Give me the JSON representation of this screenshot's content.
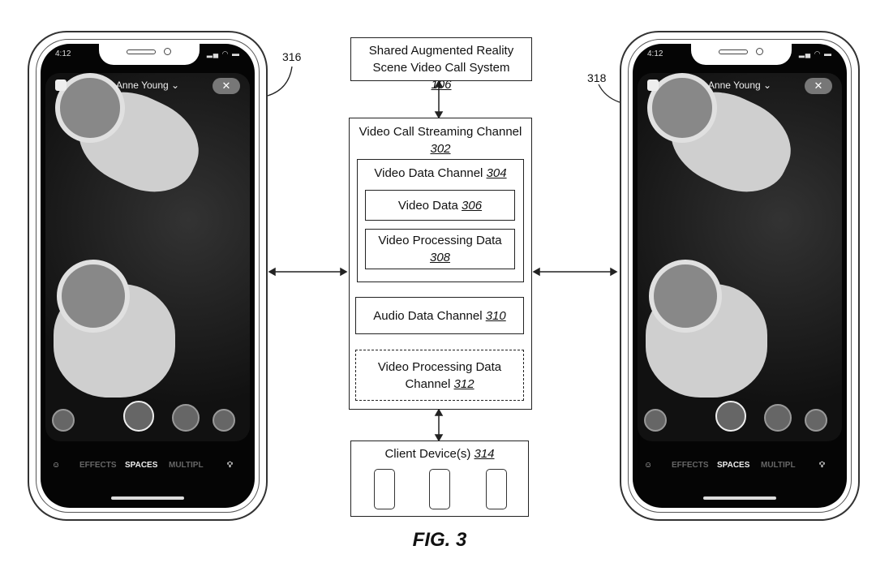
{
  "figure_label": "FIG. 3",
  "system": {
    "label": "Shared Augmented Reality Scene Video Call System",
    "ref": "106"
  },
  "streaming_channel": {
    "label": "Video Call Streaming Channel",
    "ref": "302"
  },
  "video_data_channel": {
    "label": "Video Data Channel",
    "ref": "304"
  },
  "video_data": {
    "label": "Video Data",
    "ref": "306"
  },
  "video_processing_data": {
    "label": "Video Processing Data",
    "ref": "308"
  },
  "audio_channel": {
    "label": "Audio Data Channel",
    "ref": "310"
  },
  "vpd_channel": {
    "label": "Video Processing Data Channel",
    "ref": "312"
  },
  "client_devices": {
    "label": "Client Device(s)",
    "ref": "314"
  },
  "phones": [
    {
      "ref": "316",
      "time": "4:12",
      "caller": "Anne Young ⌄",
      "close": "✕",
      "tabs": [
        "EFFECTS",
        "SPACES",
        "MULTIPL"
      ]
    },
    {
      "ref": "318",
      "time": "4:12",
      "caller": "Anne Young ⌄",
      "close": "✕",
      "tabs": [
        "EFFECTS",
        "SPACES",
        "MULTIPL"
      ]
    }
  ]
}
